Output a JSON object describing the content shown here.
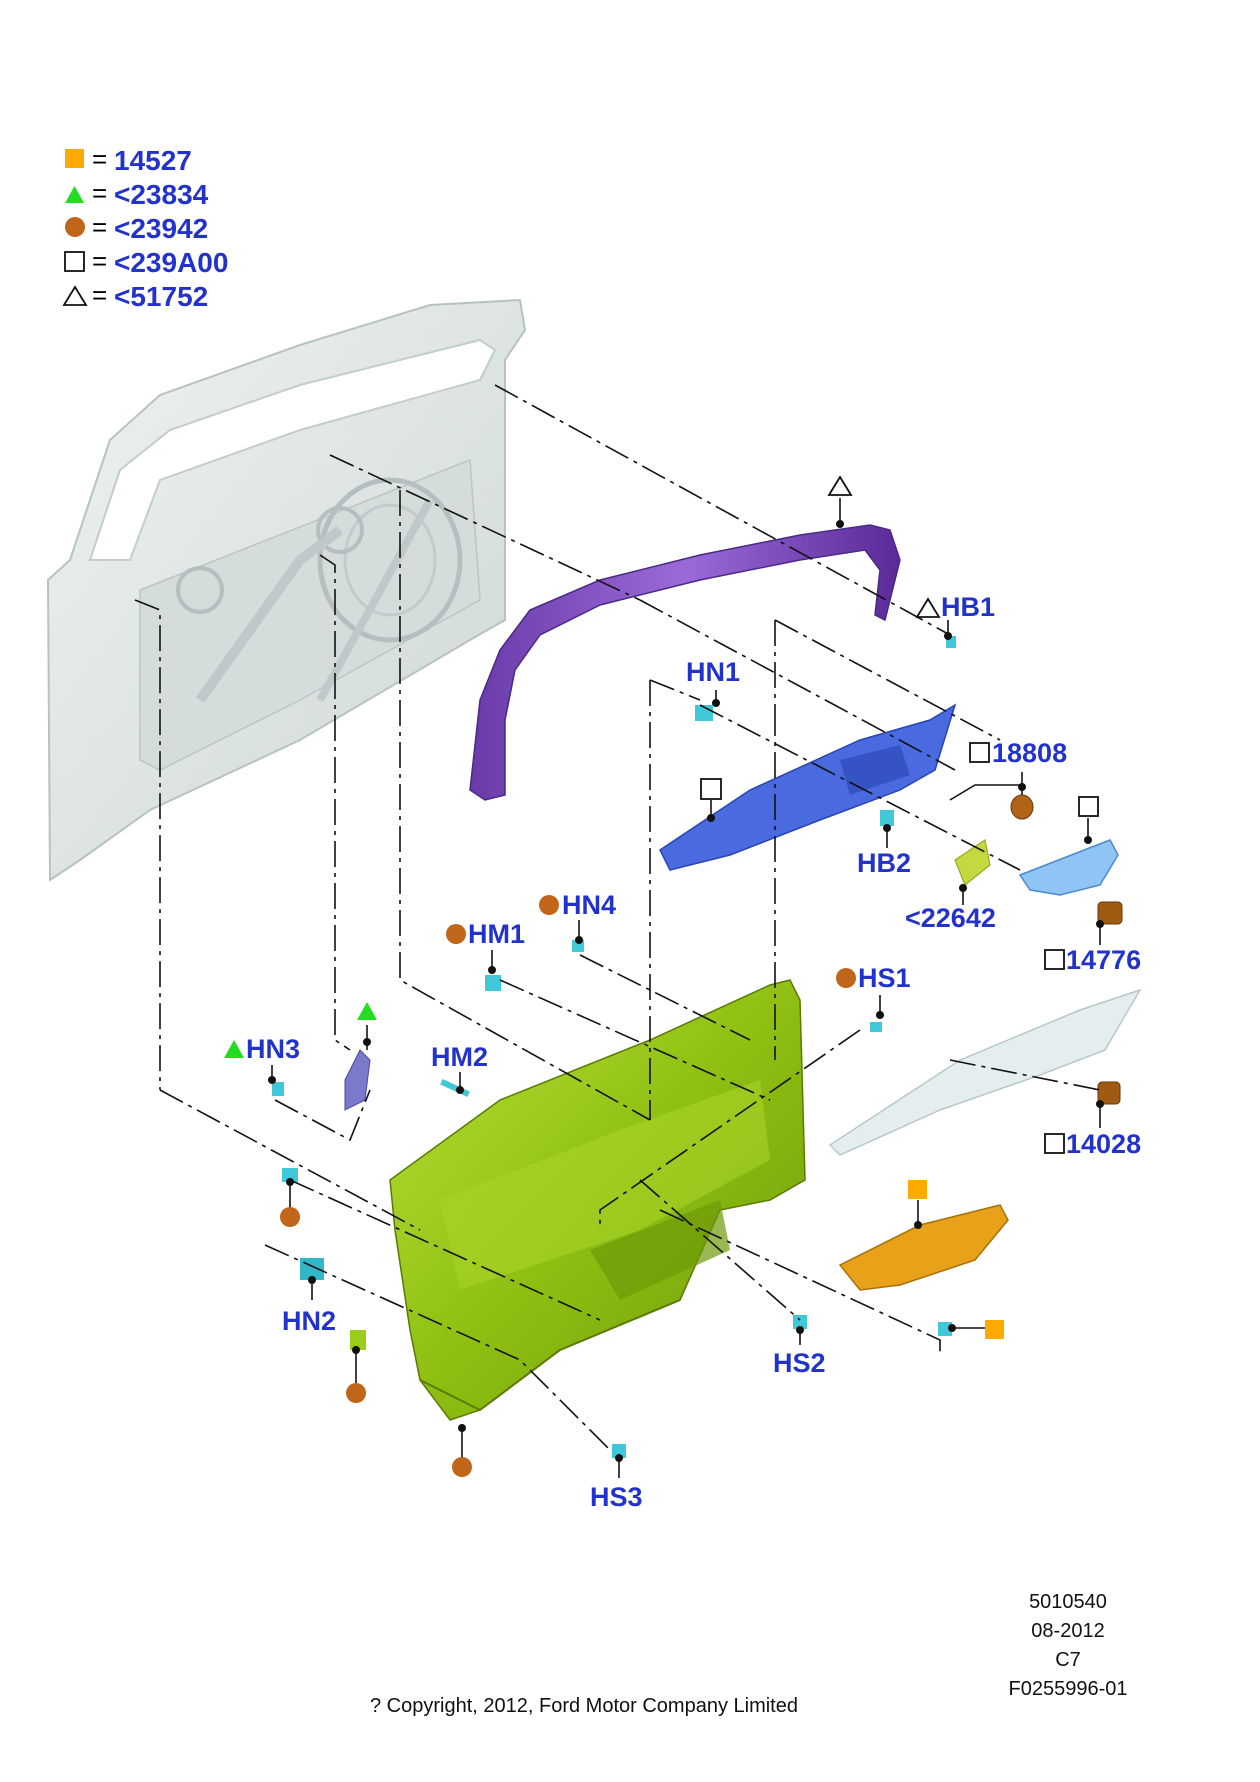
{
  "legend": [
    {
      "symbol": "filled-square",
      "color": "#ffaa00",
      "value": "14527"
    },
    {
      "symbol": "filled-triangle",
      "color": "#22dd22",
      "value": "<23834"
    },
    {
      "symbol": "filled-circle",
      "color": "#c0651a",
      "value": "<23942"
    },
    {
      "symbol": "hollow-square",
      "color": "#111111",
      "value": "<239A00"
    },
    {
      "symbol": "hollow-triangle",
      "color": "#111111",
      "value": "<51752"
    }
  ],
  "equals_sign": "=",
  "callouts": {
    "hb1": "HB1",
    "hn1": "HN1",
    "p18808": "18808",
    "hb2": "HB2",
    "p22642": "<22642",
    "hn4": "HN4",
    "hm1": "HM1",
    "p14776": "14776",
    "hs1": "HS1",
    "hn3": "HN3",
    "hm2": "HM2",
    "p14028": "14028",
    "hn2": "HN2",
    "hs2": "HS2",
    "hs3": "HS3"
  },
  "footer": {
    "drawing_number": "5010540",
    "date": "08-2012",
    "revision": "C7",
    "figure_id": "F0255996-01",
    "copyright": "? Copyright, 2012, Ford Motor Company Limited"
  },
  "colors": {
    "label_blue": "#2233cc",
    "door_frame": "#dfe6e6",
    "header_trim": "#7a4ab8",
    "door_panel": "#9acc1a",
    "switch_bezel": "#e8a21a",
    "upper_trim": "#4a6ae0",
    "clip": "#40c8d8"
  }
}
